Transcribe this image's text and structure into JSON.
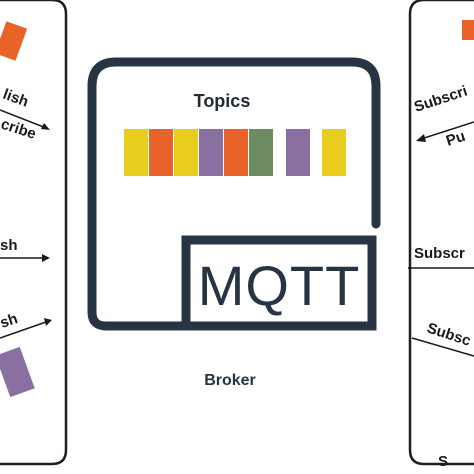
{
  "broker": {
    "topics_title": "Topics",
    "logo_text": "MQTT",
    "label": "Broker",
    "topic_colors": [
      "#e8cc1e",
      "#e8632a",
      "#e8cc1e",
      "#8a6fa1",
      "#e8632a",
      "#6e8c64",
      "#8a6fa1",
      "#e8cc1e"
    ]
  },
  "left_panel": {
    "label_1": "lish",
    "label_2": "cribe",
    "label_3": "sh",
    "label_4": "sh",
    "accent_top": "#e8632a",
    "accent_bottom": "#8a6fa1"
  },
  "right_panel": {
    "label_1": "Subscri",
    "label_2": "Pu",
    "label_3": "Subscr",
    "label_4": "Subsc",
    "label_bottom": "S",
    "accent_top": "#e8632a"
  },
  "colors": {
    "frame": "#263444",
    "yellow": "#e8cc1e",
    "orange": "#e8632a",
    "purple": "#8a6fa1",
    "green": "#6e8c64"
  }
}
